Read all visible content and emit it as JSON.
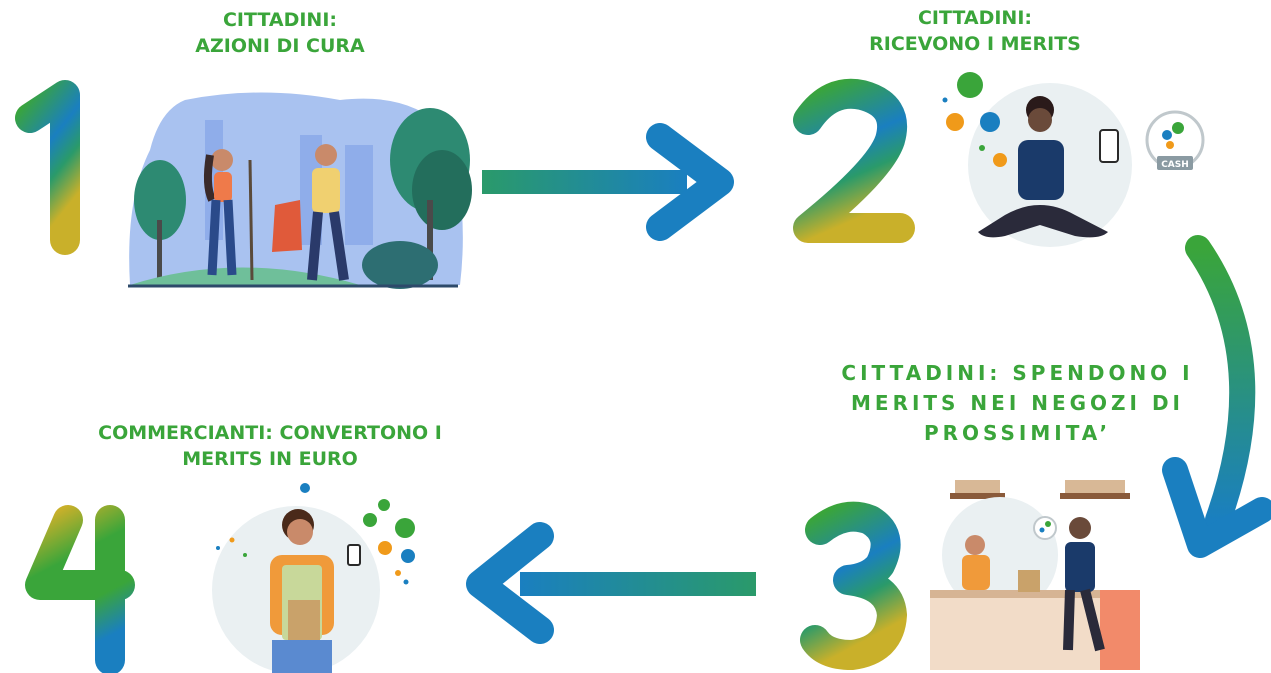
{
  "steps": [
    {
      "number": "1",
      "line1": "CITTADINI:",
      "line2": "AZIONI DI CURA"
    },
    {
      "number": "2",
      "line1": "CITTADINI:",
      "line2": "RICEVONO I MERITS"
    },
    {
      "number": "3",
      "line1": "CITTADINI: SPENDONO I",
      "line2": "MERITS NEI NEGOZI DI",
      "line3": "PROSSIMITA’"
    },
    {
      "number": "4",
      "line1": "COMMERCIANTI: CONVERTONO I",
      "line2": "MERITS IN EURO"
    }
  ],
  "badge_text": "CASH",
  "colors": {
    "green": "#3aa53a",
    "teal": "#2a9a8a",
    "blue": "#1a7fc0",
    "yellow": "#c9b02a"
  }
}
